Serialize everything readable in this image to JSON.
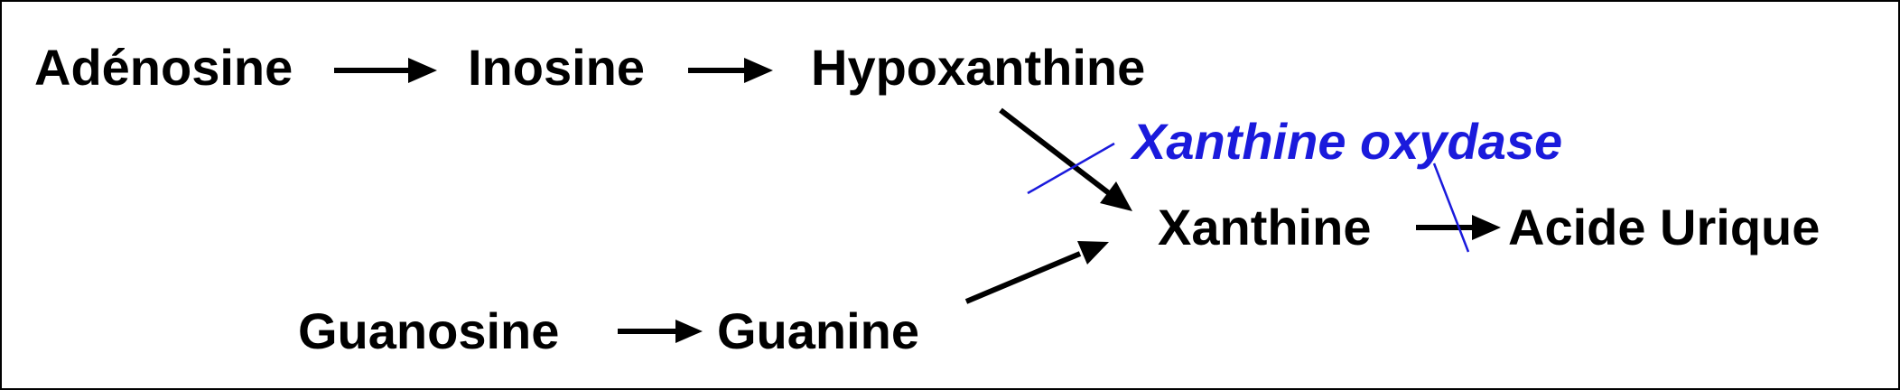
{
  "nodes": {
    "adenosine": "Adénosine",
    "inosine": "Inosine",
    "hypoxanthine": "Hypoxanthine",
    "xanthine": "Xanthine",
    "uric_acid": "Acide Urique",
    "guanosine": "Guanosine",
    "guanine": "Guanine"
  },
  "enzyme": {
    "label": "Xanthine oxydase",
    "color": "#1a1adc"
  },
  "colors": {
    "arrow": "#000000",
    "text": "#000000",
    "inhibition_mark": "#1a1adc"
  }
}
